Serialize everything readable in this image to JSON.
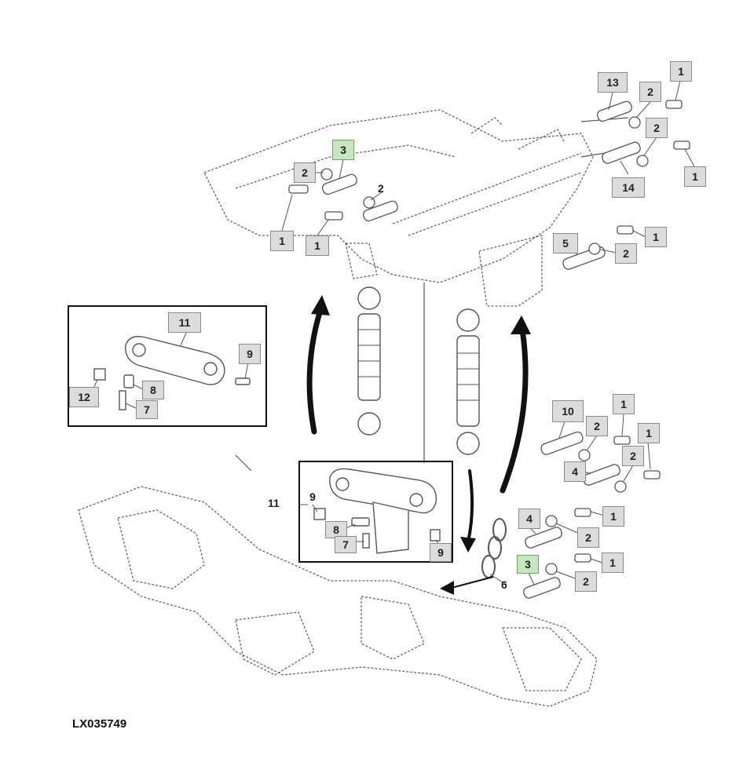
{
  "drawing_id": "LX035749",
  "callouts": [
    {
      "label": "13",
      "highlight": false
    },
    {
      "label": "1",
      "highlight": false
    },
    {
      "label": "2",
      "highlight": false
    },
    {
      "label": "2",
      "highlight": false
    },
    {
      "label": "1",
      "highlight": false
    },
    {
      "label": "14",
      "highlight": false
    },
    {
      "label": "3",
      "highlight": true
    },
    {
      "label": "2",
      "highlight": false
    },
    {
      "label": "2",
      "highlight": false
    },
    {
      "label": "1",
      "highlight": false
    },
    {
      "label": "1",
      "highlight": false
    },
    {
      "label": "1",
      "highlight": false
    },
    {
      "label": "5",
      "highlight": false
    },
    {
      "label": "2",
      "highlight": false
    },
    {
      "label": "11",
      "highlight": false
    },
    {
      "label": "9",
      "highlight": false
    },
    {
      "label": "12",
      "highlight": false
    },
    {
      "label": "8",
      "highlight": false
    },
    {
      "label": "7",
      "highlight": false
    },
    {
      "label": "10",
      "highlight": false
    },
    {
      "label": "1",
      "highlight": false
    },
    {
      "label": "2",
      "highlight": false
    },
    {
      "label": "1",
      "highlight": false
    },
    {
      "label": "4",
      "highlight": false
    },
    {
      "label": "2",
      "highlight": false
    },
    {
      "label": "9",
      "highlight": false
    },
    {
      "label": "1",
      "highlight": false
    },
    {
      "label": "4",
      "highlight": false
    },
    {
      "label": "2",
      "highlight": false
    },
    {
      "label": "8",
      "highlight": false
    },
    {
      "label": "7",
      "highlight": false
    },
    {
      "label": "9",
      "highlight": false
    },
    {
      "label": "3",
      "highlight": true
    },
    {
      "label": "1",
      "highlight": false
    },
    {
      "label": "2",
      "highlight": false
    }
  ],
  "plain_labels": [
    {
      "label": "11"
    },
    {
      "label": "6"
    }
  ],
  "colors": {
    "callout_fill": "#dcdcdc",
    "callout_highlight": "#c8e6c0",
    "line": "#555555"
  }
}
